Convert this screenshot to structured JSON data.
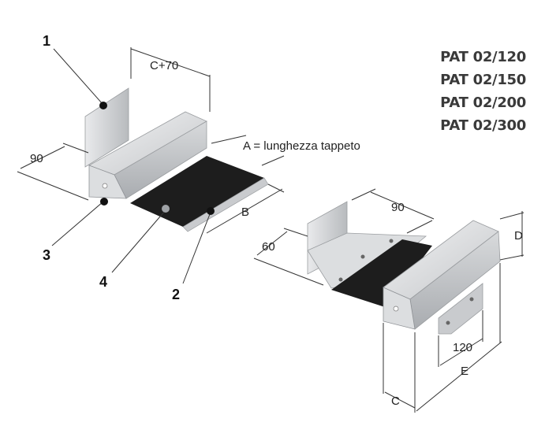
{
  "models": [
    "PAT 02/120",
    "PAT 02/150",
    "PAT 02/200",
    "PAT 02/300"
  ],
  "dimensions": {
    "c_plus_70": "C+70",
    "a_length": "A = lunghezza tappeto",
    "left_90": "90",
    "b": "B",
    "right_90": "90",
    "right_60": "60",
    "d": "D",
    "e": "E",
    "c": "C",
    "dim_120": "120"
  },
  "callouts": [
    "1",
    "2",
    "3",
    "4"
  ],
  "colors": {
    "metal_light": "#e6e7e9",
    "metal_mid": "#c9cbce",
    "metal_dark": "#9fa2a6",
    "mat": "#1d1d1d",
    "text": "#222222"
  }
}
